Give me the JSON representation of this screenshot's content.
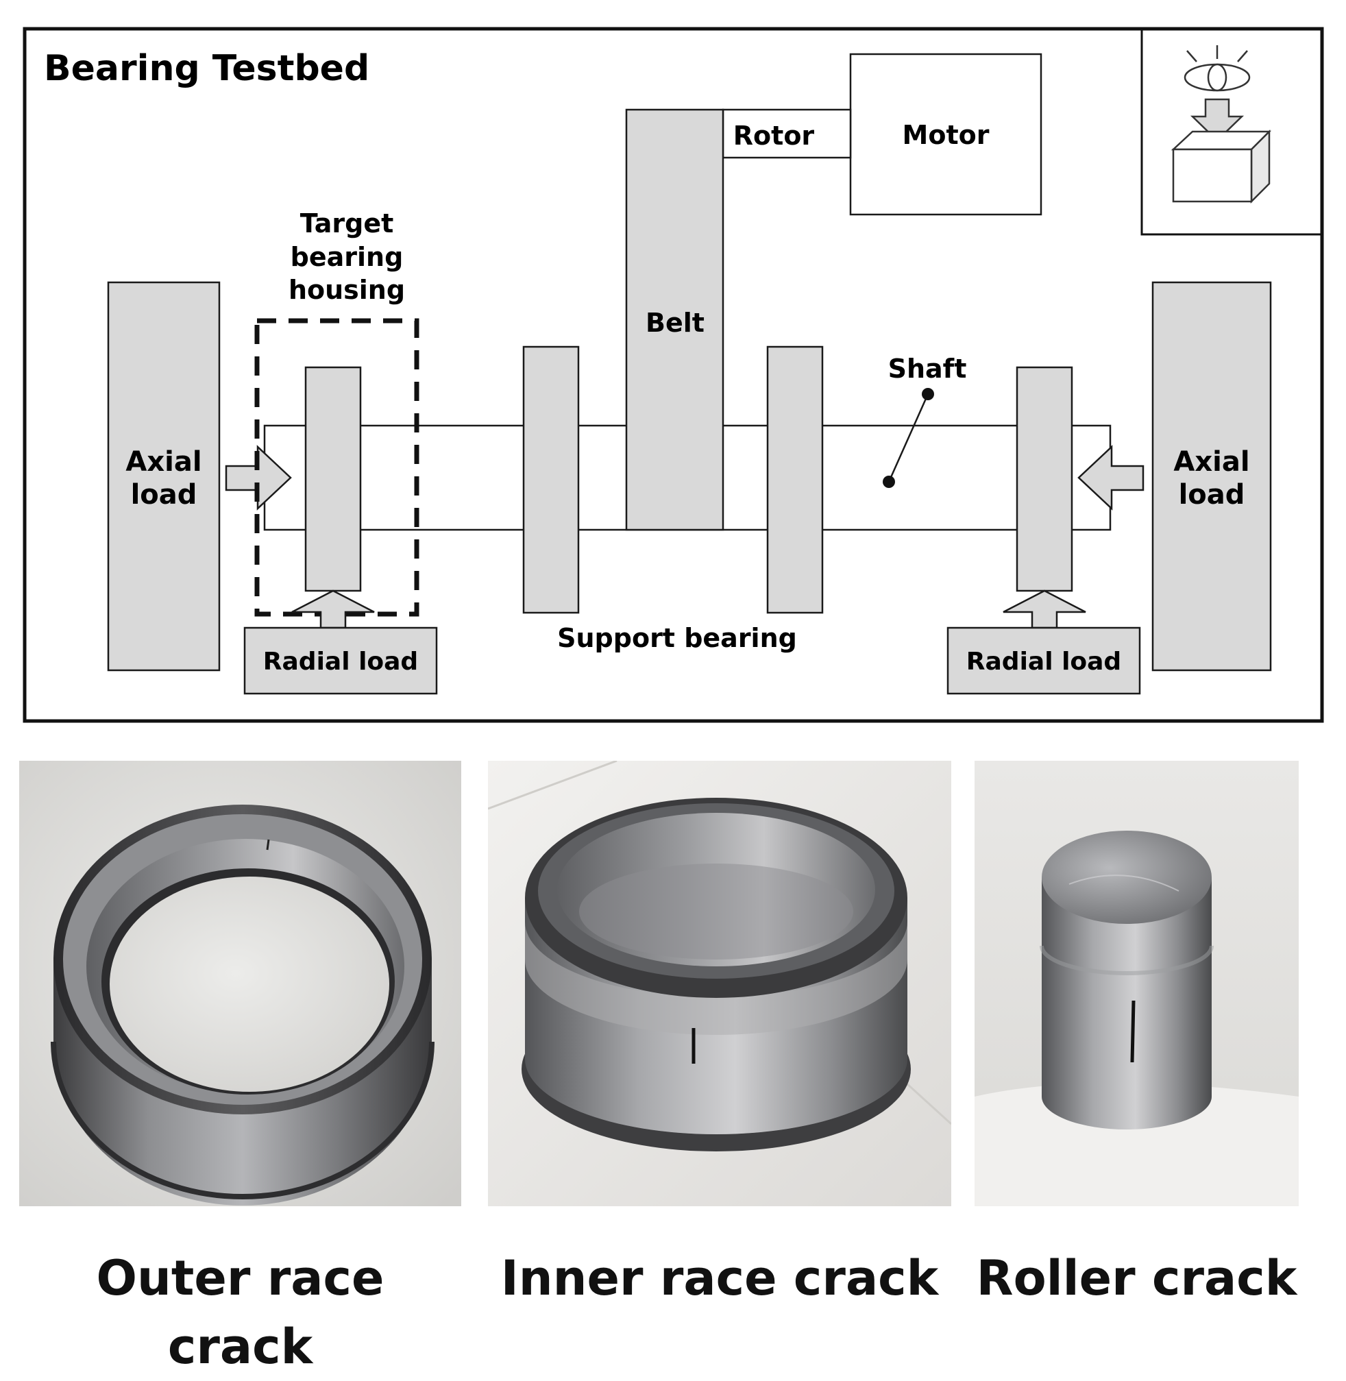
{
  "diagram": {
    "title": "Bearing Testbed",
    "labels": {
      "rotor": "Rotor",
      "motor": "Motor",
      "target_line1": "Target",
      "target_line2": "bearing",
      "target_line3": "housing",
      "belt": "Belt",
      "shaft": "Shaft",
      "axial_left_line1": "Axial",
      "axial_left_line2": "load",
      "axial_right_line1": "Axial",
      "axial_right_line2": "load",
      "radial_left": "Radial load",
      "radial_right": "Radial load",
      "support_bearing": "Support bearing"
    },
    "icon": "inspection-eye-box-icon",
    "fill_color": "#d9d9d9",
    "stroke_color": "#1a1a1a"
  },
  "photos": [
    {
      "caption": "Outer race crack",
      "subject": "outer-race-ring"
    },
    {
      "caption": "Inner race crack",
      "subject": "inner-race-ring"
    },
    {
      "caption": "Roller crack",
      "subject": "roller"
    }
  ]
}
